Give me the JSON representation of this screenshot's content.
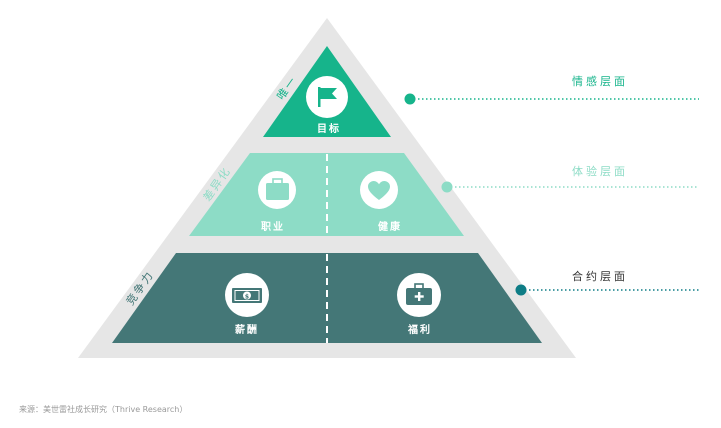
{
  "pyramid": {
    "top": {
      "side_label": "唯一",
      "cells": [
        {
          "label": "目标",
          "icon": "flag-icon"
        }
      ]
    },
    "middle": {
      "side_label": "差异化",
      "cells": [
        {
          "label": "职业",
          "icon": "briefcase-icon"
        },
        {
          "label": "健康",
          "icon": "heart-icon"
        }
      ]
    },
    "bottom": {
      "side_label": "竞争力",
      "cells": [
        {
          "label": "薪酬",
          "icon": "cash-icon"
        },
        {
          "label": "福利",
          "icon": "medical-kit-icon"
        }
      ]
    }
  },
  "layers": [
    {
      "label": "情感层面",
      "color": "#16b48b"
    },
    {
      "label": "体验层面",
      "color": "#8ddcc6"
    },
    {
      "label": "合约层面",
      "color": "#447777"
    }
  ],
  "colors": {
    "outline": "#e6e6e6",
    "top": "#16b48b",
    "middle": "#8ddcc6",
    "bottom": "#447777",
    "icon_circle": "#ffffff"
  },
  "source": "来源：美世雷社成长研究（Thrive Research）"
}
